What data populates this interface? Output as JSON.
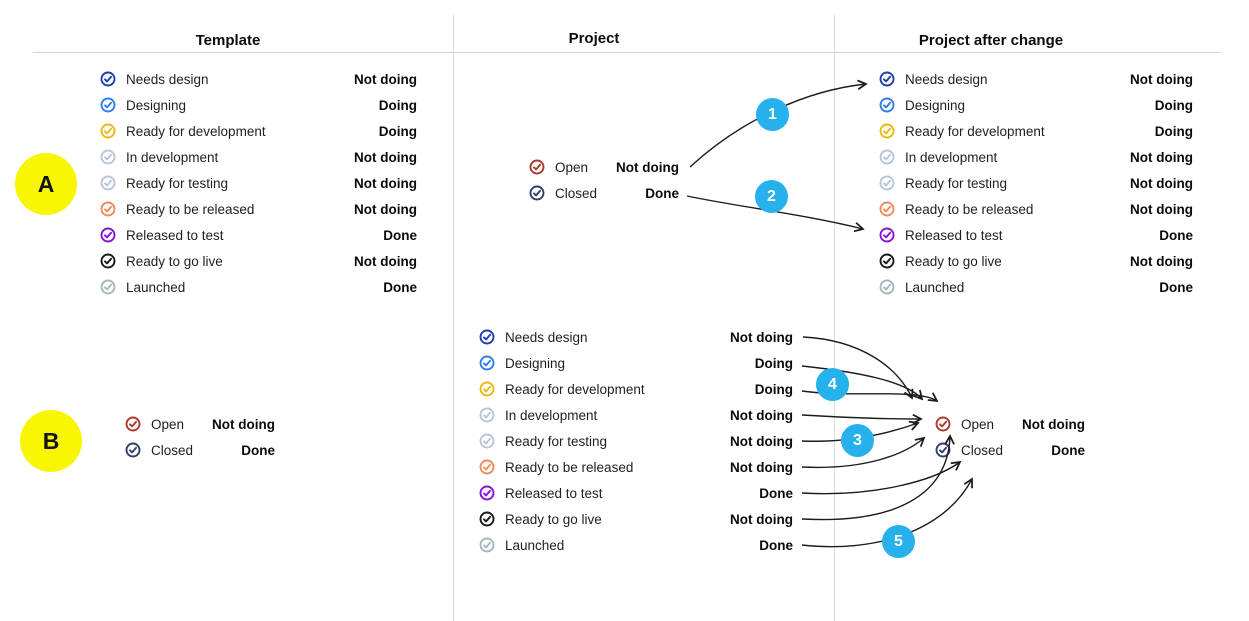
{
  "headers": {
    "template": "Template",
    "project": "Project",
    "after_change": "Project after change"
  },
  "markers": {
    "a": "A",
    "b": "B",
    "n1": "1",
    "n2": "2",
    "n3": "3",
    "n4": "4",
    "n5": "5"
  },
  "colors": {
    "marker_yellow": "#f9f602",
    "step_cyan": "#27b1ec",
    "arrow": "#1c1c1c",
    "divider": "#d9dbde",
    "status_dark_blue": "#1d3fae",
    "status_blue": "#2f7de9",
    "status_gold": "#edb712",
    "status_gray_blue": "#b8c4da",
    "status_orange": "#f18a58",
    "status_purple": "#8710d8",
    "status_black": "#17181c",
    "status_gray": "#a2b8bd",
    "status_red": "#ac3829",
    "status_navy": "#2d4168"
  },
  "lists": {
    "template": [
      {
        "label": "Needs design",
        "value": "Not doing",
        "color": "#1d3fae"
      },
      {
        "label": "Designing",
        "value": "Doing",
        "color": "#2f7de9"
      },
      {
        "label": "Ready for development",
        "value": "Doing",
        "color": "#edb712"
      },
      {
        "label": "In development",
        "value": "Not doing",
        "color": "#b8c4da"
      },
      {
        "label": "Ready for testing",
        "value": "Not doing",
        "color": "#b8c4da"
      },
      {
        "label": "Ready to be released",
        "value": "Not doing",
        "color": "#f18a58"
      },
      {
        "label": "Released to test",
        "value": "Done",
        "color": "#8710d8"
      },
      {
        "label": "Ready to go live",
        "value": "Not doing",
        "color": "#17181c"
      },
      {
        "label": "Launched",
        "value": "Done",
        "color": "#a2b8bd"
      }
    ],
    "project_top": [
      {
        "label": "Open",
        "value": "Not doing",
        "color": "#ac3829"
      },
      {
        "label": "Closed",
        "value": "Done",
        "color": "#2d4168"
      }
    ],
    "project_bottom": [
      {
        "label": "Needs design",
        "value": "Not doing",
        "color": "#1d3fae"
      },
      {
        "label": "Designing",
        "value": "Doing",
        "color": "#2f7de9"
      },
      {
        "label": "Ready for development",
        "value": "Doing",
        "color": "#edb712"
      },
      {
        "label": "In development",
        "value": "Not doing",
        "color": "#b8c4da"
      },
      {
        "label": "Ready for testing",
        "value": "Not doing",
        "color": "#b8c4da"
      },
      {
        "label": "Ready to be released",
        "value": "Not doing",
        "color": "#f18a58"
      },
      {
        "label": "Released to test",
        "value": "Done",
        "color": "#8710d8"
      },
      {
        "label": "Ready to go live",
        "value": "Not doing",
        "color": "#17181c"
      },
      {
        "label": "Launched",
        "value": "Done",
        "color": "#a2b8bd"
      }
    ],
    "after_change": [
      {
        "label": "Needs design",
        "value": "Not doing",
        "color": "#1d3fae"
      },
      {
        "label": "Designing",
        "value": "Doing",
        "color": "#2f7de9"
      },
      {
        "label": "Ready for development",
        "value": "Doing",
        "color": "#edb712"
      },
      {
        "label": "In development",
        "value": "Not doing",
        "color": "#b8c4da"
      },
      {
        "label": "Ready for testing",
        "value": "Not doing",
        "color": "#b8c4da"
      },
      {
        "label": "Ready to be released",
        "value": "Not doing",
        "color": "#f18a58"
      },
      {
        "label": "Released to test",
        "value": "Done",
        "color": "#8710d8"
      },
      {
        "label": "Ready to go live",
        "value": "Not doing",
        "color": "#17181c"
      },
      {
        "label": "Launched",
        "value": "Done",
        "color": "#a2b8bd"
      }
    ],
    "section_b": [
      {
        "label": "Open",
        "value": "Not doing",
        "color": "#ac3829"
      },
      {
        "label": "Closed",
        "value": "Done",
        "color": "#2d4168"
      }
    ],
    "bottom_right": [
      {
        "label": "Open",
        "value": "Not doing",
        "color": "#ac3829"
      },
      {
        "label": "Closed",
        "value": "Done",
        "color": "#2d4168"
      }
    ]
  }
}
